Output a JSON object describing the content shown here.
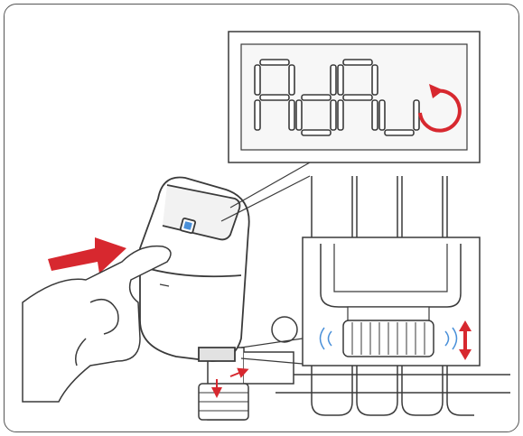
{
  "display": {
    "code": "AdAu",
    "segments": [
      {
        "char": "A",
        "on": [
          "a",
          "b",
          "c",
          "e",
          "f",
          "g"
        ]
      },
      {
        "char": "d",
        "on": [
          "b",
          "c",
          "d",
          "e",
          "g"
        ]
      },
      {
        "char": "A",
        "on": [
          "a",
          "b",
          "c",
          "e",
          "f",
          "g"
        ]
      },
      {
        "char": "u",
        "on": [
          "c",
          "d",
          "e"
        ]
      }
    ]
  },
  "colors": {
    "accent": "#d7282f",
    "line": "#3a3a3a",
    "fill_light": "#f2f2f2",
    "fill_mid": "#e2e2e2"
  },
  "icons": {
    "push_arrow": "arrow-right-red",
    "rotate_indicator": "counterclockwise-arrow-red",
    "adjust_arrow": "up-down-arrow-red",
    "vibration": "vibration-waves",
    "button_icon": "square-button-icon"
  }
}
